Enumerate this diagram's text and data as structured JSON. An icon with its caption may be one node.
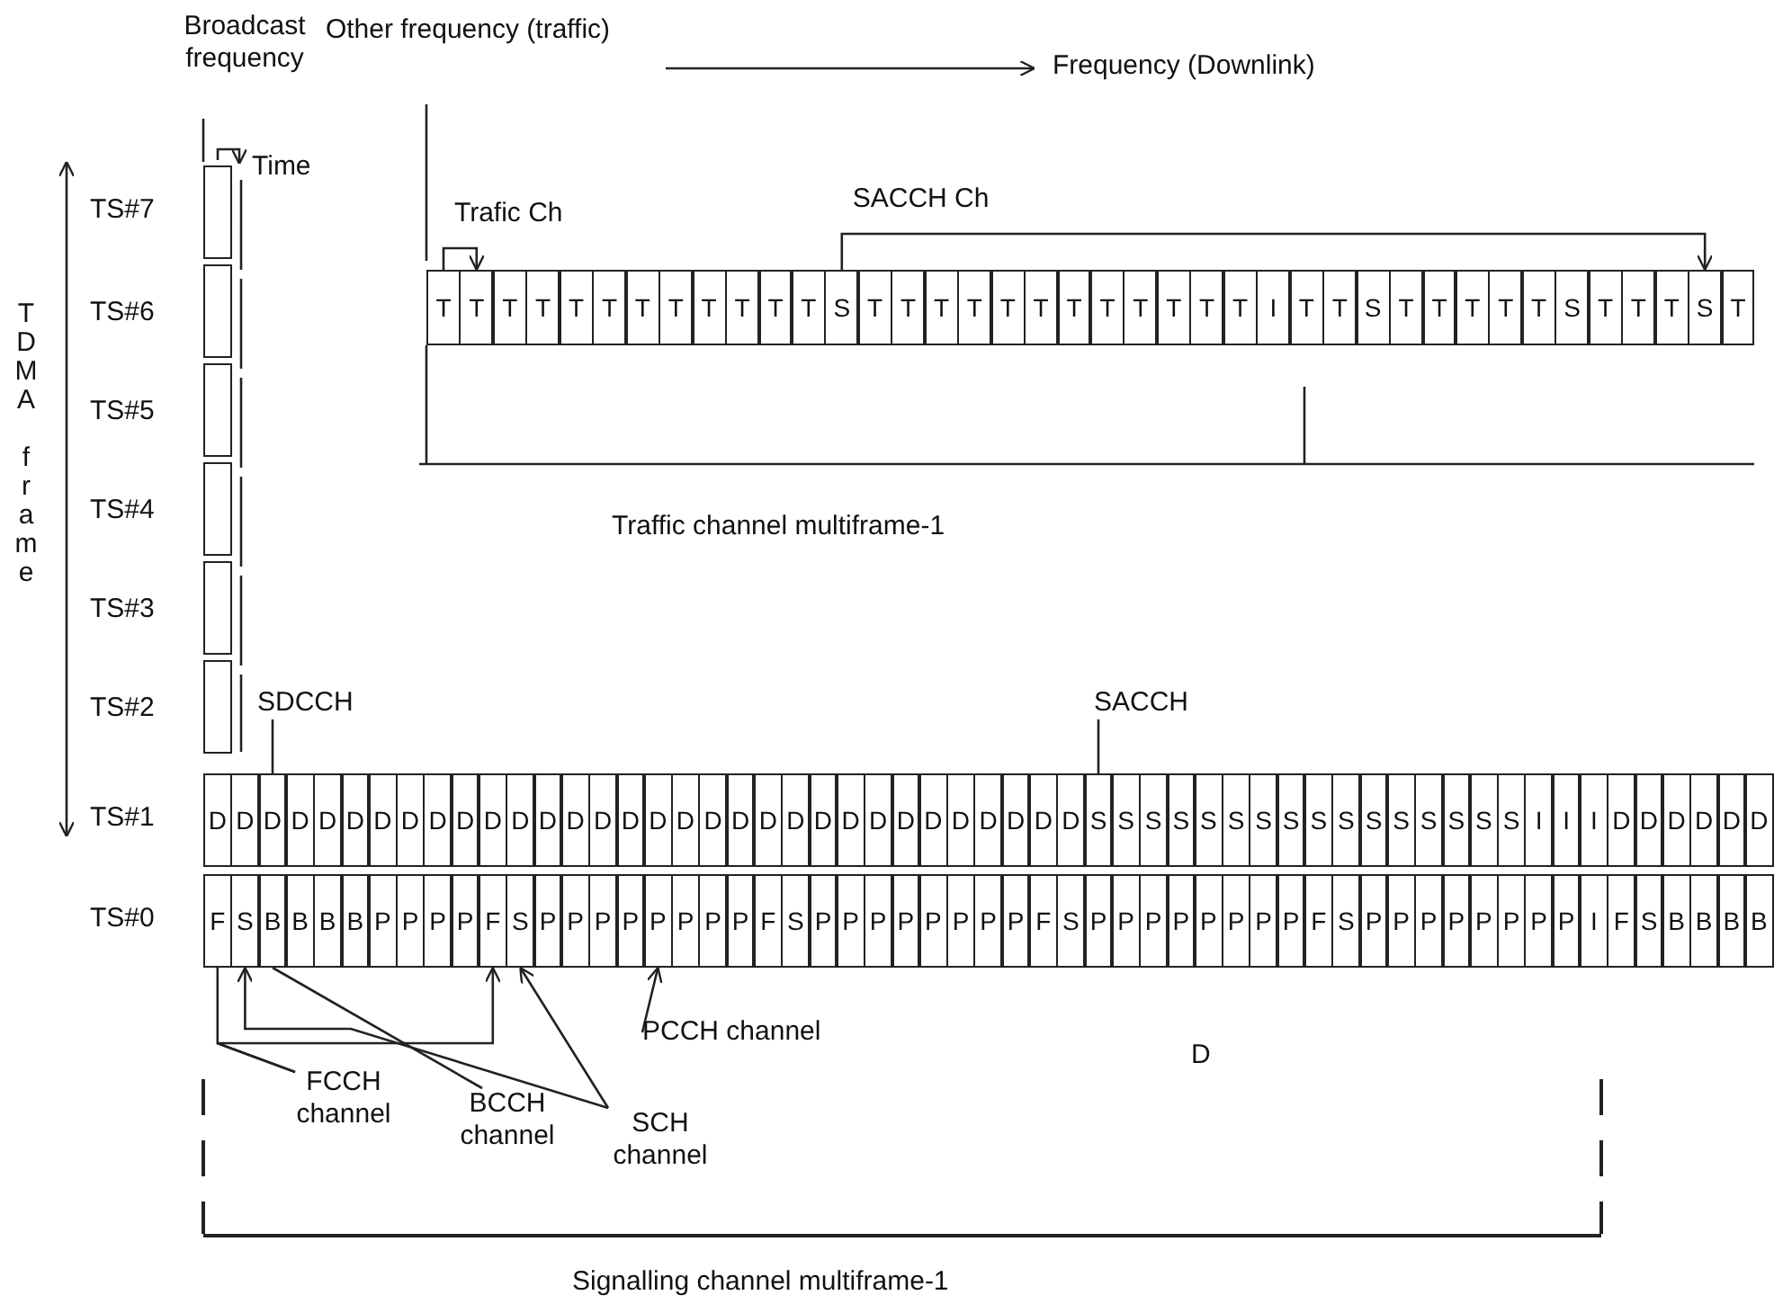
{
  "diagram": {
    "nodes": [
      {
        "text": [],
        "shape": "box"
      },
      {
        "text": [],
        "shape": "box"
      },
      {
        "text": [],
        "shape": "box"
      },
      {
        "text": [],
        "shape": "box"
      },
      {
        "text": [],
        "shape": "box"
      },
      {
        "text": [],
        "shape": "box"
      },
      {
        "text": [
          "T"
        ]
      },
      {
        "text": [
          "T"
        ]
      },
      {
        "text": [
          "T"
        ]
      },
      {
        "text": [
          "T"
        ]
      },
      {
        "text": [
          "T"
        ]
      },
      {
        "text": [
          "T"
        ]
      },
      {
        "text": [
          "T"
        ]
      },
      {
        "text": [
          "T"
        ]
      },
      {
        "text": [
          "T"
        ]
      },
      {
        "text": [
          "T"
        ]
      },
      {
        "text": [
          "T"
        ]
      },
      {
        "text": [
          "T"
        ]
      },
      {
        "text": [
          "S"
        ]
      },
      {
        "text": [
          "T"
        ]
      },
      {
        "text": [
          "T"
        ]
      },
      {
        "text": [
          "T"
        ]
      },
      {
        "text": [
          "T"
        ]
      },
      {
        "text": [
          "T"
        ]
      },
      {
        "text": [
          "T"
        ]
      },
      {
        "text": [
          "T"
        ]
      },
      {
        "text": [
          "T"
        ]
      },
      {
        "text": [
          "T"
        ]
      },
      {
        "text": [
          "T"
        ]
      },
      {
        "text": [
          "T"
        ]
      },
      {
        "text": [
          "T"
        ]
      },
      {
        "text": [
          "I"
        ]
      },
      {
        "text": [
          "T"
        ]
      },
      {
        "text": [
          "T"
        ]
      },
      {
        "text": [
          "S"
        ]
      },
      {
        "text": [
          "T"
        ]
      },
      {
        "text": [
          "T"
        ]
      },
      {
        "text": [
          "T"
        ]
      },
      {
        "text": [
          "T"
        ]
      },
      {
        "text": [
          "T"
        ]
      },
      {
        "text": [
          "S"
        ]
      },
      {
        "text": [
          "T"
        ]
      },
      {
        "text": [
          "T"
        ]
      },
      {
        "text": [
          "T"
        ]
      },
      {
        "text": [
          "S"
        ]
      },
      {
        "text": [
          "T"
        ]
      },
      {
        "text": [
          "SDCCH"
        ]
      },
      {
        "text": [
          "SACCH"
        ]
      },
      {
        "text": [
          "D"
        ]
      },
      {
        "text": [
          "D"
        ]
      },
      {
        "text": [
          "D"
        ]
      },
      {
        "text": [
          "D"
        ]
      },
      {
        "text": [
          "D"
        ]
      },
      {
        "text": [
          "D"
        ]
      },
      {
        "text": [
          "D"
        ]
      },
      {
        "text": [
          "D"
        ]
      },
      {
        "text": [
          "D"
        ]
      },
      {
        "text": [
          "D"
        ]
      },
      {
        "text": [
          "D"
        ]
      },
      {
        "text": [
          "D"
        ]
      },
      {
        "text": [
          "D"
        ]
      },
      {
        "text": [
          "D"
        ]
      },
      {
        "text": [
          "D"
        ]
      },
      {
        "text": [
          "D"
        ]
      },
      {
        "text": [
          "D"
        ]
      },
      {
        "text": [
          "D"
        ]
      },
      {
        "text": [
          "D"
        ]
      },
      {
        "text": [
          "D"
        ]
      },
      {
        "text": [
          "D"
        ]
      },
      {
        "text": [
          "D"
        ]
      },
      {
        "text": [
          "D"
        ]
      },
      {
        "text": [
          "D"
        ]
      },
      {
        "text": [
          "D"
        ]
      },
      {
        "text": [
          "D"
        ]
      },
      {
        "text": [
          "D"
        ]
      },
      {
        "text": [
          "D"
        ]
      },
      {
        "text": [
          "D"
        ]
      },
      {
        "text": [
          "D"
        ]
      },
      {
        "text": [
          "D"
        ]
      },
      {
        "text": [
          "D"
        ]
      },
      {
        "text": [
          "S"
        ]
      },
      {
        "text": [
          "S"
        ]
      },
      {
        "text": [
          "S"
        ]
      },
      {
        "text": [
          "S"
        ]
      },
      {
        "text": [
          "S"
        ]
      },
      {
        "text": [
          "S"
        ]
      },
      {
        "text": [
          "S"
        ]
      },
      {
        "text": [
          "S"
        ]
      },
      {
        "text": [
          "S"
        ]
      },
      {
        "text": [
          "S"
        ]
      },
      {
        "text": [
          "S"
        ]
      },
      {
        "text": [
          "S"
        ]
      },
      {
        "text": [
          "S"
        ]
      },
      {
        "text": [
          "S"
        ]
      },
      {
        "text": [
          "S"
        ]
      },
      {
        "text": [
          "S"
        ]
      },
      {
        "text": [
          "I"
        ]
      },
      {
        "text": [
          "I"
        ]
      },
      {
        "text": [
          "I"
        ]
      },
      {
        "text": [
          "D"
        ]
      },
      {
        "text": [
          "D"
        ]
      },
      {
        "text": [
          "D"
        ]
      },
      {
        "text": [
          "D"
        ]
      },
      {
        "text": [
          "D"
        ]
      },
      {
        "text": [
          "D"
        ]
      },
      {
        "text": [
          "F"
        ]
      },
      {
        "text": [
          "S"
        ]
      },
      {
        "text": [
          "B"
        ]
      },
      {
        "text": [
          "B"
        ]
      },
      {
        "text": [
          "B"
        ]
      },
      {
        "text": [
          "B"
        ]
      },
      {
        "text": [
          "P"
        ]
      },
      {
        "text": [
          "P"
        ]
      },
      {
        "text": [
          "P"
        ]
      },
      {
        "text": [
          "P"
        ]
      },
      {
        "text": [
          "F"
        ]
      },
      {
        "text": [
          "S"
        ]
      },
      {
        "text": [
          "P"
        ]
      },
      {
        "text": [
          "P"
        ]
      },
      {
        "text": [
          "P"
        ]
      },
      {
        "text": [
          "P"
        ]
      },
      {
        "text": [
          "P"
        ]
      },
      {
        "text": [
          "P"
        ]
      },
      {
        "text": [
          "P"
        ]
      },
      {
        "text": [
          "P"
        ]
      },
      {
        "text": [
          "F"
        ]
      },
      {
        "text": [
          "S"
        ]
      },
      {
        "text": [
          "P"
        ]
      },
      {
        "text": [
          "P"
        ]
      },
      {
        "text": [
          "P"
        ]
      },
      {
        "text": [
          "P"
        ]
      },
      {
        "text": [
          "P"
        ]
      },
      {
        "text": [
          "P"
        ]
      },
      {
        "text": [
          "P"
        ]
      },
      {
        "text": [
          "P"
        ]
      },
      {
        "text": [
          "F"
        ]
      },
      {
        "text": [
          "S"
        ]
      },
      {
        "text": [
          "P"
        ]
      },
      {
        "text": [
          "P"
        ]
      },
      {
        "text": [
          "P"
        ]
      },
      {
        "text": [
          "P"
        ]
      },
      {
        "text": [
          "P"
        ]
      },
      {
        "text": [
          "P"
        ]
      },
      {
        "text": [
          "P"
        ]
      },
      {
        "text": [
          "P"
        ]
      },
      {
        "text": [
          "F"
        ]
      },
      {
        "text": [
          "S"
        ]
      },
      {
        "text": [
          "P"
        ]
      },
      {
        "text": [
          "P"
        ]
      },
      {
        "text": [
          "P"
        ]
      },
      {
        "text": [
          "P"
        ]
      },
      {
        "text": [
          "P"
        ]
      },
      {
        "text": [
          "P"
        ]
      },
      {
        "text": [
          "P"
        ]
      },
      {
        "text": [
          "P"
        ]
      },
      {
        "text": [
          "I"
        ]
      },
      {
        "text": [
          "F"
        ]
      },
      {
        "text": [
          "S"
        ]
      },
      {
        "text": [
          "B"
        ]
      },
      {
        "text": [
          "B"
        ]
      },
      {
        "text": [
          "B"
        ]
      },
      {
        "text": [
          "B"
        ]
      },
      {
        "text": [
          "PCCH channel"
        ]
      },
      {
        "text": [
          "FCCH channel"
        ]
      },
      {
        "text": [
          "BCCH channel"
        ]
      },
      {
        "text": [
          "SCH channel"
        ]
      }
    ],
    "edges": [
      {
        "from": 6,
        "to": 7,
        "arrow": "to",
        "label": "Trafic Ch"
      },
      {
        "from": 18,
        "to": 44,
        "arrow": "to",
        "label": "SACCH Ch"
      },
      {
        "from": 46,
        "to": 50,
        "arrow": "none"
      },
      {
        "from": 47,
        "to": 80,
        "arrow": "none"
      },
      {
        "from": 163,
        "to": 105,
        "arrow": "none"
      },
      {
        "from": 163,
        "to": 115,
        "arrow": "to"
      },
      {
        "from": 164,
        "to": 107,
        "arrow": "none"
      },
      {
        "from": 165,
        "to": 106,
        "arrow": "to"
      },
      {
        "from": 165,
        "to": 116,
        "arrow": "to"
      },
      {
        "from": 162,
        "to": 121,
        "arrow": "to"
      }
    ],
    "labels": [
      "Broadcast frequency",
      "Other frequency (traffic)",
      "Frequency (Downlink)",
      "Time",
      "TS#7",
      "TDMA frame",
      "TS#6",
      "TS#5",
      "TS#4",
      "TS#3",
      "TS#2",
      "TS#1",
      "TS#0",
      "Traffic channel multiframe-1",
      "D",
      "Signalling channel multiframe-1"
    ]
  }
}
